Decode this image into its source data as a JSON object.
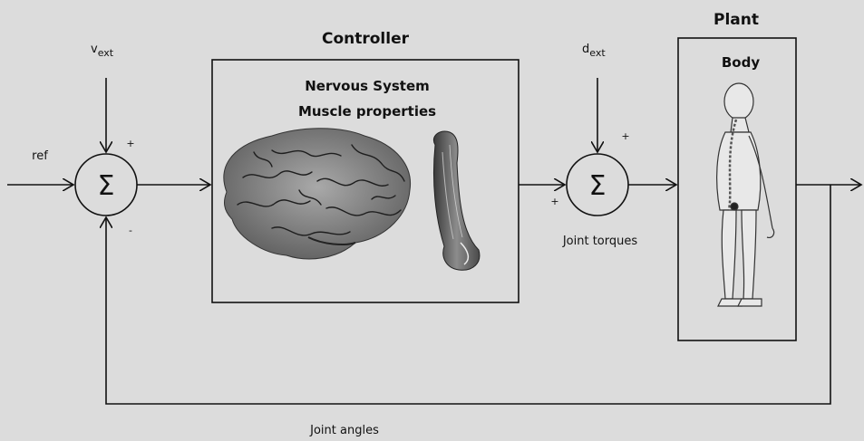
{
  "controller": {
    "title": "Controller",
    "line1": "Nervous System",
    "line2": "Muscle properties"
  },
  "plant": {
    "title": "Plant",
    "body_label": "Body"
  },
  "inputs": {
    "ref": "ref",
    "v_main": "v",
    "v_sub": "ext",
    "d_main": "d",
    "d_sub": "ext"
  },
  "sum1": {
    "symbol": "Σ",
    "sign_top": "+",
    "sign_bottom": "-"
  },
  "sum2": {
    "symbol": "Σ",
    "sign_top": "+",
    "sign_left": "+"
  },
  "labels": {
    "joint_torques": "Joint torques",
    "joint_angles": "Joint angles"
  },
  "colors": {
    "background": "#dcdcdc",
    "line": "#111111"
  }
}
